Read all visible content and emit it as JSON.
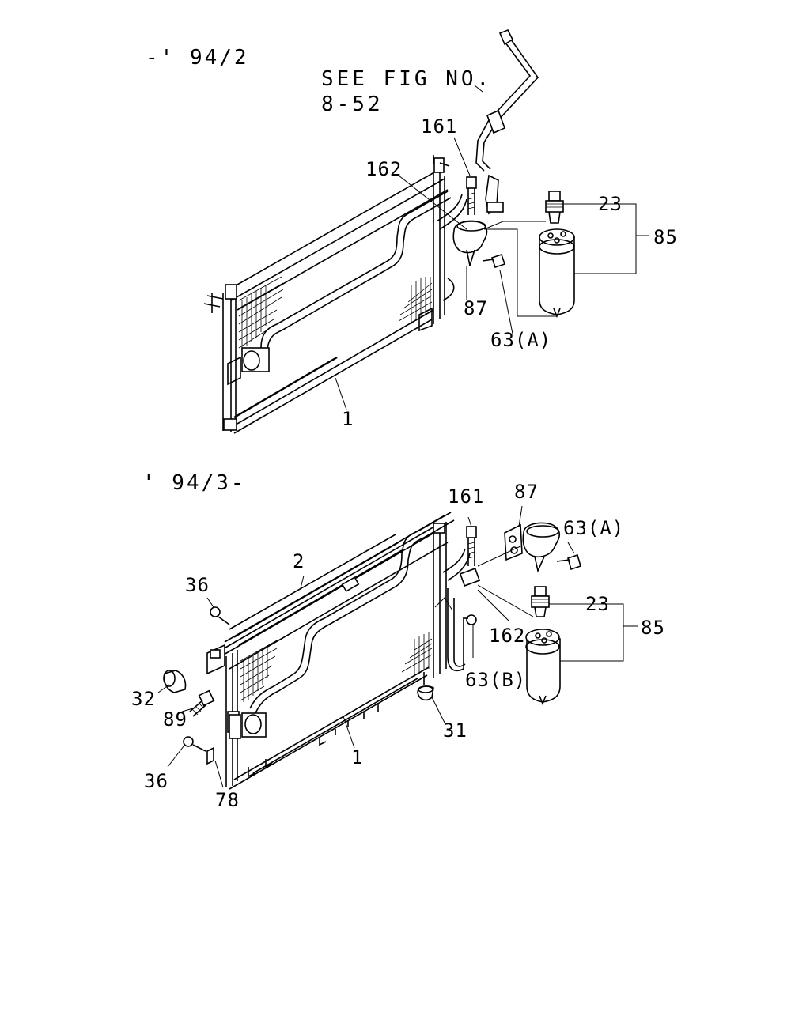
{
  "sections": {
    "upper": {
      "period": "-' 94/2",
      "reference_note": {
        "line1": "SEE FIG NO.",
        "line2": "8-52"
      },
      "callouts": {
        "c161": "161",
        "c162": "162",
        "c23": "23",
        "c85": "85",
        "c87": "87",
        "c63a": "63(A)",
        "c1": "1"
      }
    },
    "lower": {
      "period": "' 94/3-",
      "callouts": {
        "c161": "161",
        "c87": "87",
        "c63a": "63(A)",
        "c2": "2",
        "c36a": "36",
        "c23": "23",
        "c85": "85",
        "c162": "162",
        "c32": "32",
        "c63b": "63(B)",
        "c89": "89",
        "c31": "31",
        "c1": "1",
        "c36b": "36",
        "c78": "78"
      }
    }
  },
  "parts": [
    "condenser",
    "receiver-drier",
    "pressure-switch",
    "bracket",
    "bolt",
    "pipe"
  ]
}
